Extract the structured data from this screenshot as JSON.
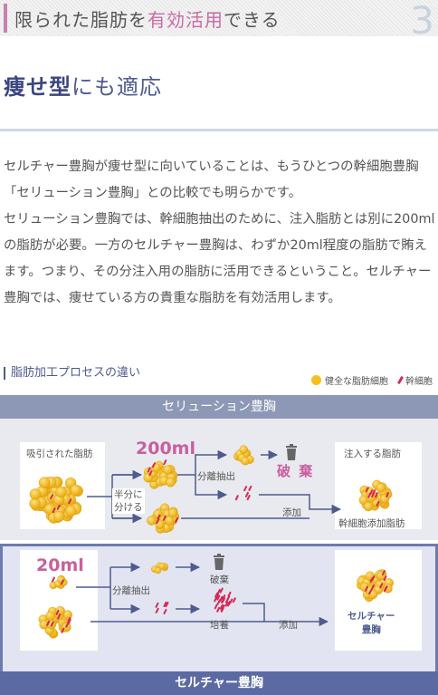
{
  "header": {
    "title_pre": "限られた脂肪を",
    "title_highlight": "有効活用",
    "title_post": "できる",
    "number": "3"
  },
  "subtitle": {
    "bold": "痩せ型",
    "rest": "にも適応"
  },
  "body": {
    "p1": "セルチャー豊胸が痩せ型に向いていることは、もうひとつの幹細胞豊胸「セリューション豊胸」との比較でも明らかです。",
    "p2": "セリューション豊胸では、幹細胞抽出のために、注入脂肪とは別に200mlの脂肪が必要。一方のセルチャー豊胸は、わずか20ml程度の脂肪で賄えます。つまり、その分注入用の脂肪に活用できるということ。セルチャー豊胸では、痩せている方の貴重な脂肪を有効活用します。"
  },
  "diagram": {
    "section_title": "脂肪加工プロセスの違い",
    "legend_fat": "健全な脂肪細胞",
    "legend_stem": "幹細胞",
    "cellution": {
      "header": "セリューション豊胸",
      "aspirated_label": "吸引された脂肪",
      "amount": "200ml",
      "split_label": "半分に\n分ける",
      "extract_label": "分離抽出",
      "discard_label": "破 棄",
      "add_label": "添加",
      "inject_label": "注入する脂肪",
      "result_label": "幹細胞添加脂肪"
    },
    "celture": {
      "footer": "セルチャー豊胸",
      "amount": "20ml",
      "extract_label": "分離抽出",
      "discard_label": "破棄",
      "culture_label": "培養",
      "add_label": "添加",
      "result_label": "セルチャー\n豊胸"
    }
  },
  "colors": {
    "accent": "#c86aa3",
    "navy": "#4f5b8f",
    "fat": "#f4c21c",
    "stem": "#d42a55"
  }
}
